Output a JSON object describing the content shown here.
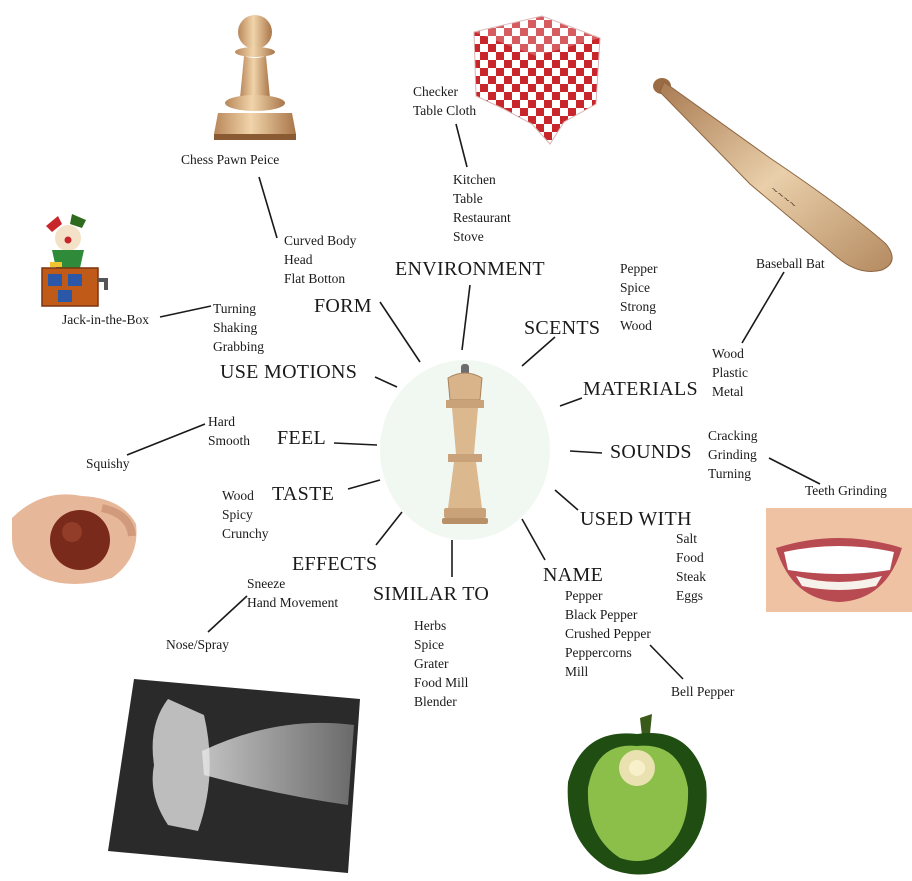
{
  "categories": {
    "form": "FORM",
    "environment": "ENVIRONMENT",
    "scents": "SCENTS",
    "use_motions": "USE MOTIONS",
    "materials": "MATERIALS",
    "feel": "FEEL",
    "sounds": "SOUNDS",
    "taste": "TASTE",
    "used_with": "USED WITH",
    "effects": "EFFECTS",
    "name": "NAME",
    "similar_to": "SIMILAR TO"
  },
  "items": {
    "form": [
      "Curved Body",
      "Head",
      "Flat Botton"
    ],
    "environment": [
      "Kitchen",
      "Table",
      "Restaurant",
      "Stove"
    ],
    "scents": [
      "Pepper",
      "Spice",
      "Strong",
      "Wood"
    ],
    "use_motions": [
      "Turning",
      "Shaking",
      "Grabbing"
    ],
    "materials": [
      "Wood",
      "Plastic",
      "Metal"
    ],
    "feel": [
      "Hard",
      "Smooth"
    ],
    "sounds": [
      "Cracking",
      "Grinding",
      "Turning"
    ],
    "taste": [
      "Wood",
      "Spicy",
      "Crunchy"
    ],
    "used_with": [
      "Salt",
      "Food",
      "Steak",
      "Eggs"
    ],
    "effects": [
      "Sneeze",
      "Hand Movement"
    ],
    "name": [
      "Pepper",
      "Black Pepper",
      "Crushed Pepper",
      "Peppercorns",
      "Mill"
    ],
    "similar_to": [
      "Herbs",
      "Spice",
      "Grater",
      "Food Mill",
      "Blender"
    ]
  },
  "image_captions": {
    "chess_pawn": "Chess Pawn Peice",
    "table_cloth": [
      "Checker",
      "Table Cloth"
    ],
    "baseball_bat": "Baseball Bat",
    "jack_in_the_box": "Jack-in-the-Box",
    "squishy": "Squishy",
    "teeth": "Teeth Grinding",
    "nose_spray": "Nose/Spray",
    "bell_pepper": "Bell Pepper"
  },
  "colors": {
    "text": "#1a1a1a",
    "checker_red": "#c8262a",
    "wood": "#d9b48a",
    "pepper_green": "#2f6b1c"
  }
}
